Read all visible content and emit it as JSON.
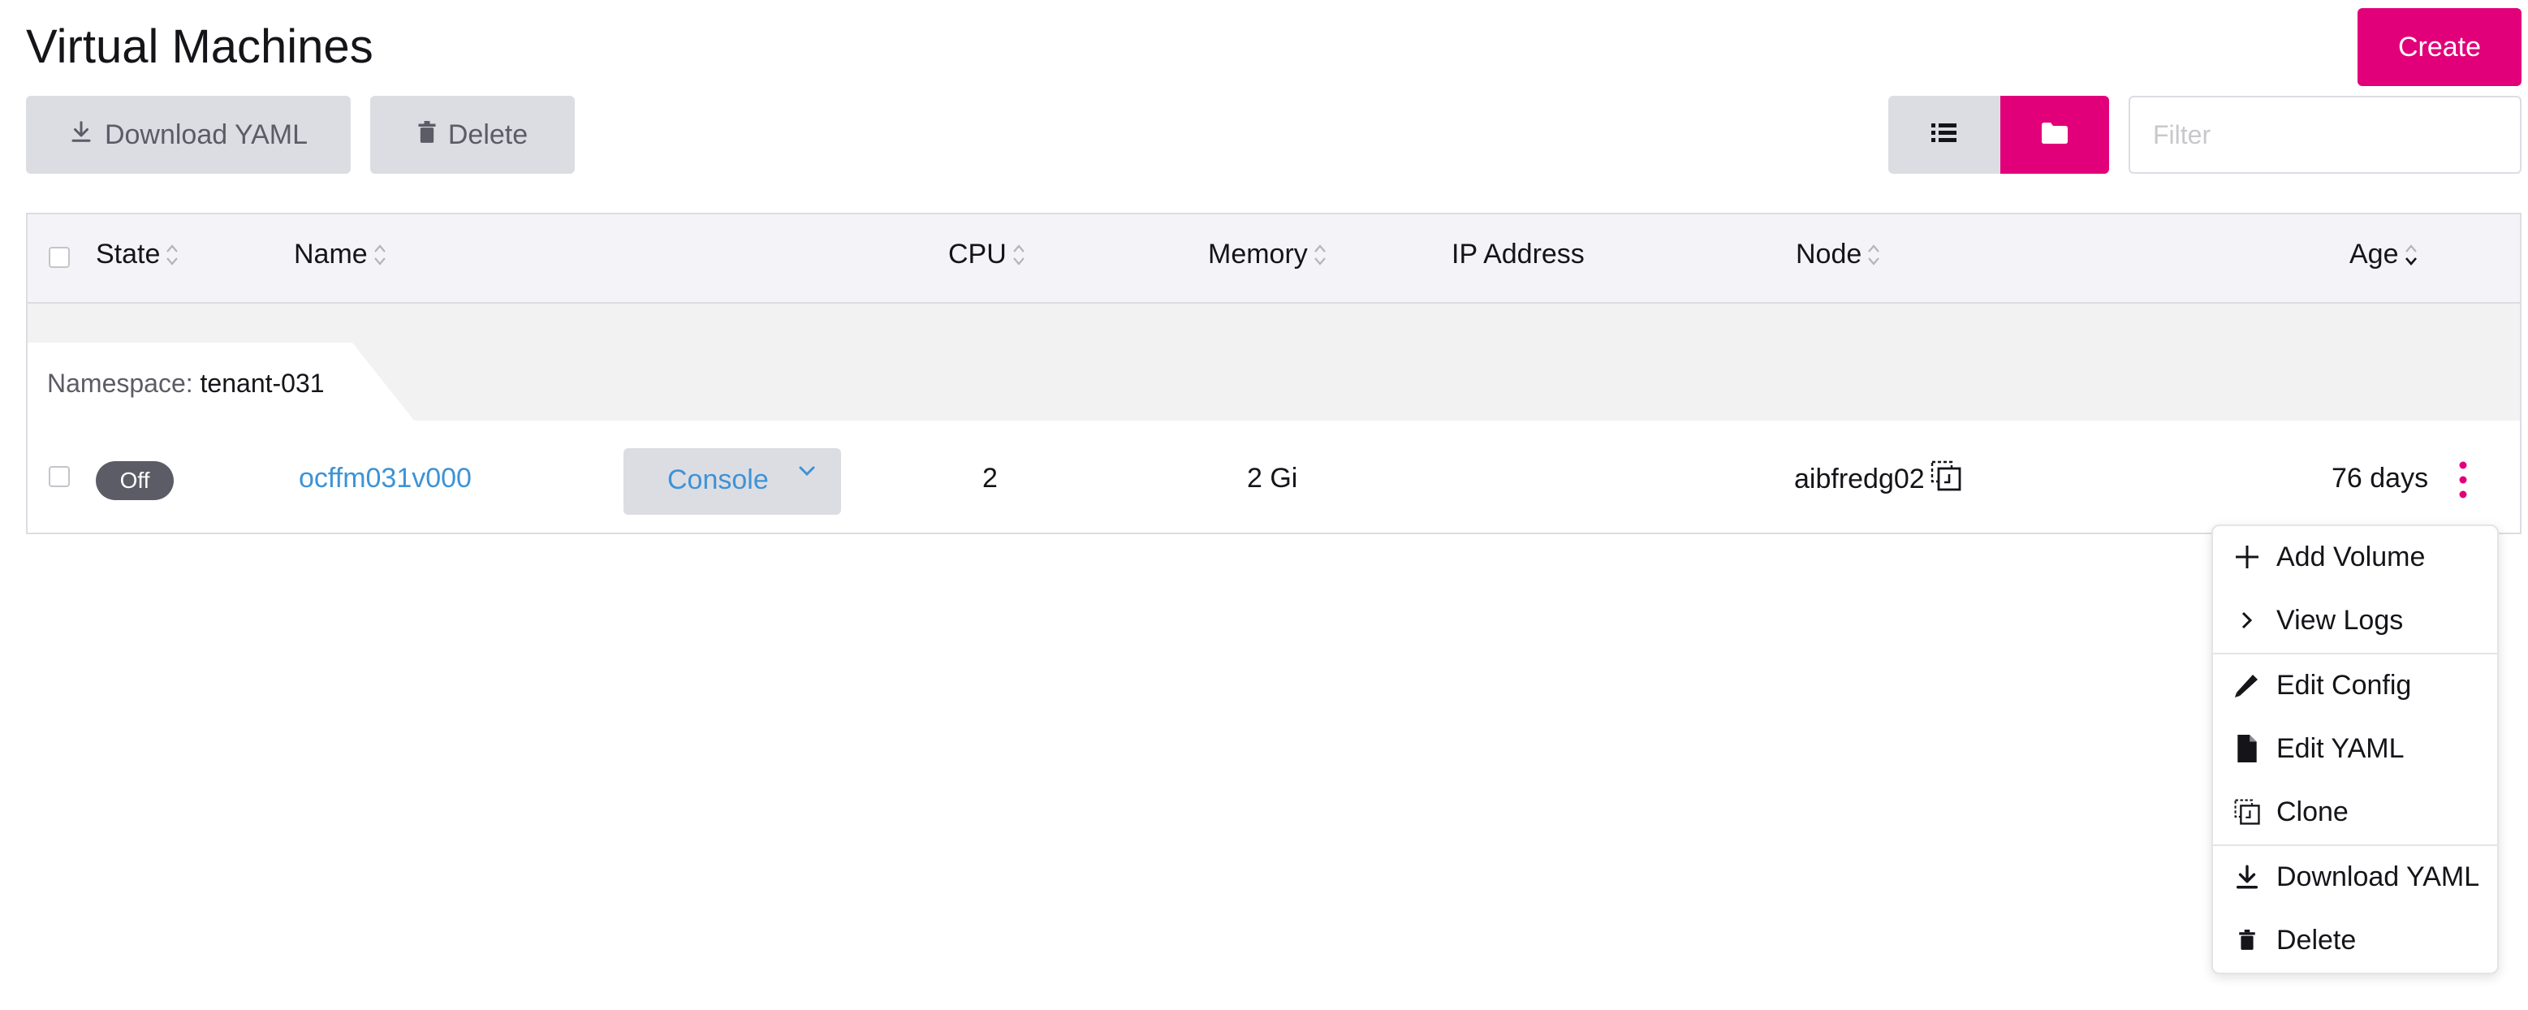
{
  "header": {
    "title": "Virtual Machines",
    "create_label": "Create"
  },
  "toolbar": {
    "download_label": "Download YAML",
    "delete_label": "Delete",
    "filter_placeholder": "Filter",
    "filter_value": ""
  },
  "colors": {
    "accent": "#e2007a",
    "link": "#3d93d6",
    "badge_off": "#5c5c66"
  },
  "table": {
    "columns": {
      "state": "State",
      "name": "Name",
      "cpu": "CPU",
      "memory": "Memory",
      "ip": "IP Address",
      "node": "Node",
      "age": "Age"
    },
    "group": {
      "label": "Namespace:",
      "value": "tenant-031"
    },
    "rows": [
      {
        "state": "Off",
        "name": "ocffm031v000",
        "console_label": "Console",
        "cpu": "2",
        "memory": "2 Gi",
        "ip": "",
        "node": "aibfredg02",
        "age": "76 days"
      }
    ]
  },
  "menu": {
    "items": [
      {
        "label": "Add Volume",
        "icon": "plus-icon"
      },
      {
        "label": "View Logs",
        "icon": "chevron-right-icon"
      },
      {
        "label": "Edit Config",
        "icon": "pencil-icon"
      },
      {
        "label": "Edit YAML",
        "icon": "file-icon"
      },
      {
        "label": "Clone",
        "icon": "clone-icon"
      },
      {
        "label": "Download YAML",
        "icon": "download-icon"
      },
      {
        "label": "Delete",
        "icon": "trash-icon"
      }
    ]
  }
}
